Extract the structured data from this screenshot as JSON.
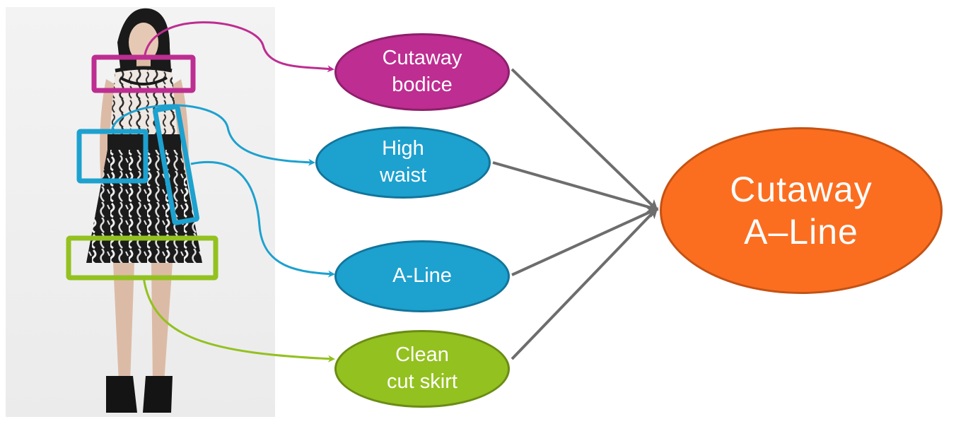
{
  "colors": {
    "magenta": "#be2d91",
    "magenta_border": "#8e1f6c",
    "blue": "#1da1cf",
    "blue_border": "#13749a",
    "green": "#93c11f",
    "green_border": "#6a8c14",
    "orange": "#fb6e20",
    "orange_border": "#c45214",
    "gray_arrow": "#6d6d6d"
  },
  "attributes": [
    {
      "id": "cutaway-bodice",
      "label": "Cutaway\nbodice",
      "color": "magenta"
    },
    {
      "id": "high-waist",
      "label": "High\nwaist",
      "color": "blue"
    },
    {
      "id": "a-line",
      "label": "A-Line",
      "color": "blue"
    },
    {
      "id": "clean-cut-skirt",
      "label": "Clean\ncut skirt",
      "color": "green"
    }
  ],
  "result": {
    "label": "Cutaway\nA–Line",
    "color": "orange"
  },
  "photo": {
    "subject": "model wearing black and white cutaway A-line dress"
  }
}
